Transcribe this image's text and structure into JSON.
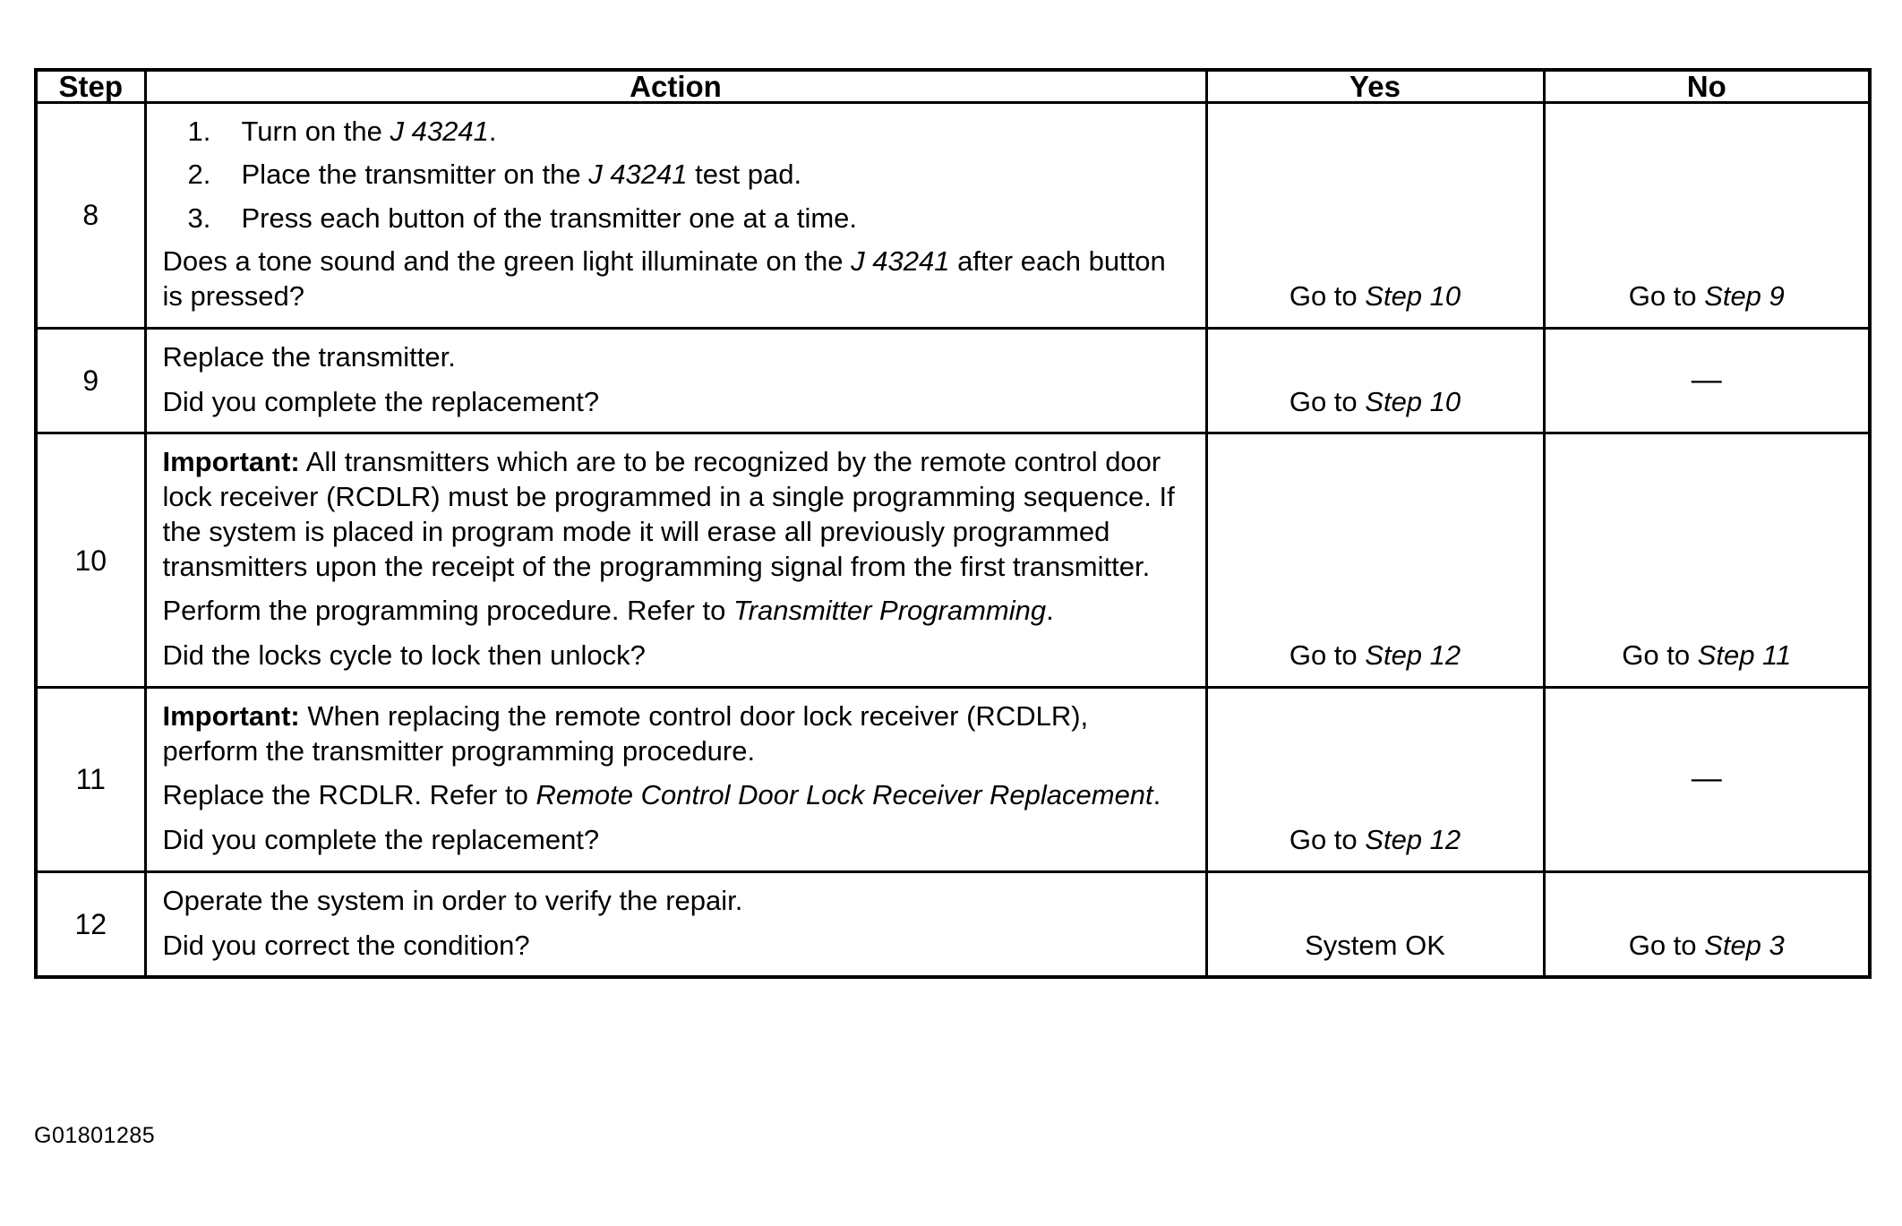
{
  "figure": {
    "id_label": "G01801285"
  },
  "table": {
    "headers": {
      "step": "Step",
      "action": "Action",
      "yes": "Yes",
      "no": "No"
    },
    "rows": [
      {
        "step": "8",
        "action": {
          "list": [
            {
              "num": "1.",
              "pre": "Turn on the ",
              "italic": "J 43241",
              "post": "."
            },
            {
              "num": "2.",
              "pre": "Place the transmitter on the ",
              "italic": "J 43241",
              "post": " test pad."
            },
            {
              "num": "3.",
              "pre": "Press each button of the transmitter one at a time.",
              "italic": "",
              "post": ""
            }
          ],
          "paragraphs": [
            {
              "pre": "Does a tone sound and the green light illuminate on the ",
              "italic": "J 43241",
              "post": " after each button is pressed?"
            }
          ]
        },
        "yes": {
          "pre": "Go to ",
          "italic": "Step 10",
          "post": ""
        },
        "no": {
          "pre": "Go to ",
          "italic": "Step 9",
          "post": ""
        }
      },
      {
        "step": "9",
        "action": {
          "list": [],
          "paragraphs": [
            {
              "pre": "Replace the transmitter.",
              "italic": "",
              "post": ""
            },
            {
              "pre": "Did you complete the replacement?",
              "italic": "",
              "post": ""
            }
          ]
        },
        "yes": {
          "pre": "Go to ",
          "italic": "Step 10",
          "post": ""
        },
        "no": {
          "pre": "",
          "italic": "",
          "post": "",
          "dash": "—"
        }
      },
      {
        "step": "10",
        "action": {
          "list": [],
          "paragraphs": [
            {
              "bold": "Important:",
              "pre": " All transmitters which are to be recognized by the remote control door lock receiver (RCDLR) must be programmed in a single programming sequence. If the system is placed in program mode it will erase all previously programmed transmitters upon the receipt of the programming signal from the first transmitter.",
              "italic": "",
              "post": ""
            },
            {
              "pre": "Perform the programming procedure. Refer to ",
              "italic": "Transmitter Programming",
              "post": "."
            },
            {
              "pre": "Did the locks cycle to lock then unlock?",
              "italic": "",
              "post": ""
            }
          ]
        },
        "yes": {
          "pre": "Go to ",
          "italic": "Step 12",
          "post": ""
        },
        "no": {
          "pre": "Go to ",
          "italic": "Step 11",
          "post": ""
        }
      },
      {
        "step": "11",
        "action": {
          "list": [],
          "paragraphs": [
            {
              "bold": "Important:",
              "pre": " When replacing the remote control door lock receiver (RCDLR), perform the transmitter programming procedure.",
              "italic": "",
              "post": ""
            },
            {
              "pre": "Replace the RCDLR. Refer to ",
              "italic": "Remote Control Door Lock Receiver Replacement",
              "post": "."
            },
            {
              "pre": "Did you complete the replacement?",
              "italic": "",
              "post": ""
            }
          ]
        },
        "yes": {
          "pre": "Go to ",
          "italic": "Step 12",
          "post": ""
        },
        "no": {
          "pre": "",
          "italic": "",
          "post": "",
          "dash": "—"
        }
      },
      {
        "step": "12",
        "action": {
          "list": [],
          "paragraphs": [
            {
              "pre": "Operate the system in order to verify the repair.",
              "italic": "",
              "post": ""
            },
            {
              "pre": "Did you correct the condition?",
              "italic": "",
              "post": ""
            }
          ]
        },
        "yes": {
          "pre": "System OK",
          "italic": "",
          "post": ""
        },
        "no": {
          "pre": "Go to ",
          "italic": "Step 3",
          "post": ""
        }
      }
    ]
  }
}
